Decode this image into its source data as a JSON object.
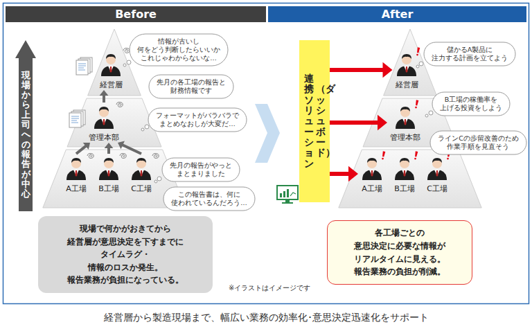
{
  "diagram": {
    "caption": "経営層から製造現場まで、幅広い業務の効率化･意思決定迅速化をサポート",
    "nodes": [
      {
        "text": [
          "Before"
        ]
      },
      {
        "text": [
          "After"
        ]
      },
      {
        "text": [
          "現場から上司への報告が中心"
        ]
      },
      {
        "text": [
          "情報が古いし 何をどう判断したらいいか これじゃわからないな…"
        ]
      },
      {
        "text": [
          "経営層"
        ]
      },
      {
        "text": [
          "先月の各工場の報告と 財務情報です"
        ]
      },
      {
        "text": [
          "フォーマットがバラバラで まとめなおしが大変だ…"
        ]
      },
      {
        "text": [
          "管理本部"
        ]
      },
      {
        "text": [
          "先月の報告がやっと まとまりました"
        ]
      },
      {
        "text": [
          "A工場"
        ]
      },
      {
        "text": [
          "B工場"
        ]
      },
      {
        "text": [
          "C工場"
        ]
      },
      {
        "text": [
          "この報告書は、何に 使われているんだろう…"
        ]
      },
      {
        "text": [
          "現場で何かがおきてから 経営層が意思決定を下すまでに タイムラグ・情報のロスか発生。 報告業務が負担になっている。"
        ]
      },
      {
        "text": [
          "連携ソリューション",
          "（ダッシュボード）"
        ]
      },
      {
        "text": [
          "経営層"
        ]
      },
      {
        "text": [
          "儲かるA製品に 注力する計画を立てよう"
        ]
      },
      {
        "text": [
          "管理本部"
        ]
      },
      {
        "text": [
          "B工場の稼働率を 上げる投資をしよう"
        ]
      },
      {
        "text": [
          "ラインCの歩留改善のため 作業手順を見直そう"
        ]
      },
      {
        "text": [
          "A工場"
        ]
      },
      {
        "text": [
          "B工場"
        ]
      },
      {
        "text": [
          "C工場"
        ]
      },
      {
        "text": [
          "各工場ごとの 意思決定に必要な情報が リアルタイムに見える。 報告業務の負担が削減。"
        ]
      }
    ],
    "edges": [
      {
        "from": 9,
        "to": 7,
        "arrow": "to"
      },
      {
        "from": 10,
        "to": 7,
        "arrow": "to"
      },
      {
        "from": 11,
        "to": 7,
        "arrow": "to"
      },
      {
        "from": 7,
        "to": 4,
        "arrow": "to"
      },
      {
        "from": 14,
        "to": 15,
        "arrow": "to"
      },
      {
        "from": 14,
        "to": 17,
        "arrow": "to"
      },
      {
        "from": 14,
        "to": 20,
        "arrow": "to"
      }
    ],
    "labels": [
      "※イラストはイメージです"
    ]
  }
}
